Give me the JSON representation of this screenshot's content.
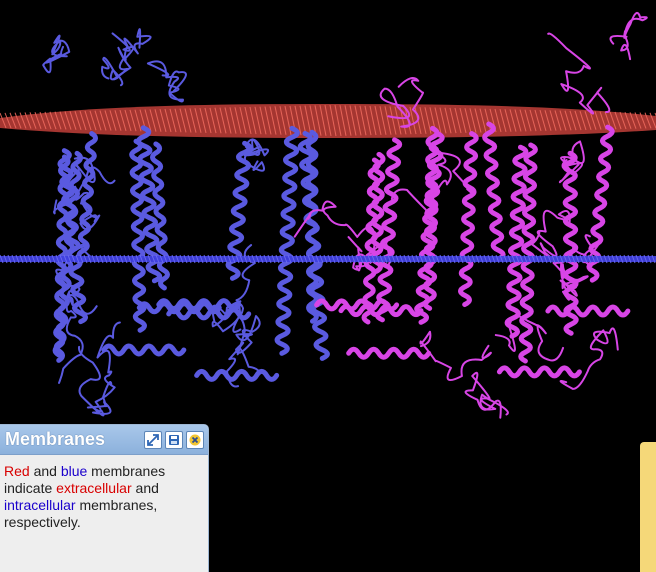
{
  "viewer": {
    "scene": "protein-structure-3d",
    "colors": {
      "background": "#000000",
      "chain_a": "#5a5ae0",
      "chain_b": "#d845e6",
      "extracellular_membrane": "#d9534a",
      "intracellular_membrane": "#4a4ae6"
    }
  },
  "membranes_panel": {
    "title": "Membranes",
    "buttons": {
      "expand_icon": "expand-icon",
      "save_icon": "save-icon",
      "close_icon": "close-icon"
    },
    "text": {
      "red": "Red",
      "and1": " and ",
      "blue": "blue",
      "rest1": " membranes indicate ",
      "extracellular": "extracellular",
      "and2": " and ",
      "intracellular": "intracellular",
      "rest2": " membranes, respectively."
    }
  }
}
